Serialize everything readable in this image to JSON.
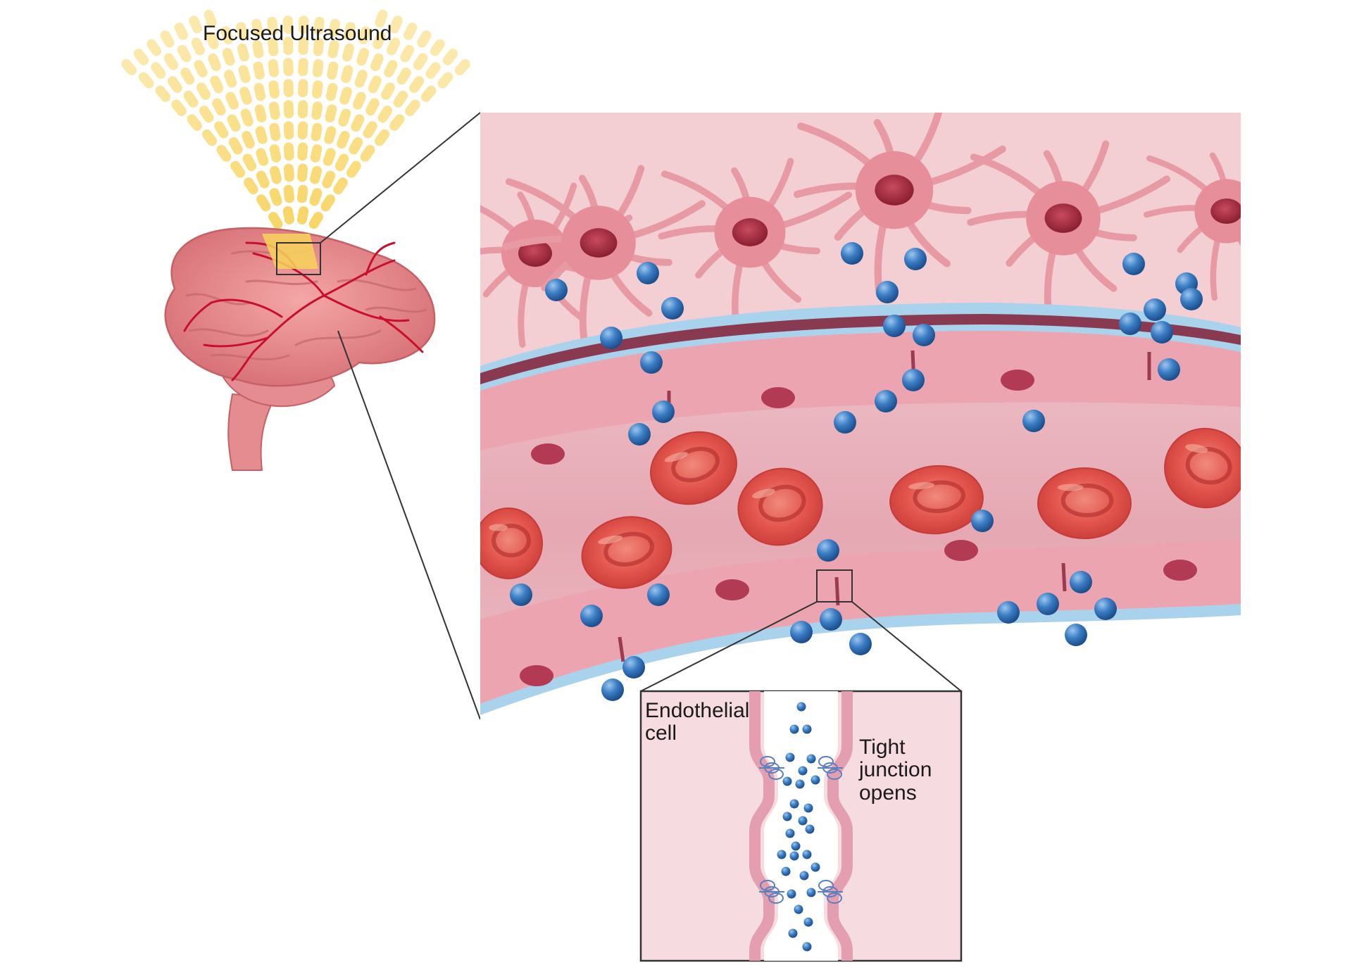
{
  "labels": {
    "focused_ultrasound": "Focused Ultrasound",
    "endothelial_cell": "Endothelial\ncell",
    "tight_junction": "Tight\njunction\nopens"
  },
  "colors": {
    "ultrasound_wave": "#f7d35a",
    "brain": "#e07b80",
    "brain_vessels": "#c8102e",
    "tissue_background": "#f3ced3",
    "astrocyte": "#e79aa4",
    "astrocyte_nucleus": "#9e2538",
    "basement_membrane": "#a9d2ec",
    "vessel_wall": "#8a3a50",
    "endothelium": "#eba4b0",
    "lumen": "#e7aab4",
    "red_blood_cell": "#e2544c",
    "drug_particle": "#2f6fb5",
    "inset_background": "#f6dbe1",
    "inset_outline": "#333333"
  },
  "icons": [
    "ultrasound-wave-icon",
    "brain-icon",
    "astrocyte-icon",
    "red-blood-cell-icon",
    "drug-particle-icon",
    "tight-junction-icon"
  ]
}
